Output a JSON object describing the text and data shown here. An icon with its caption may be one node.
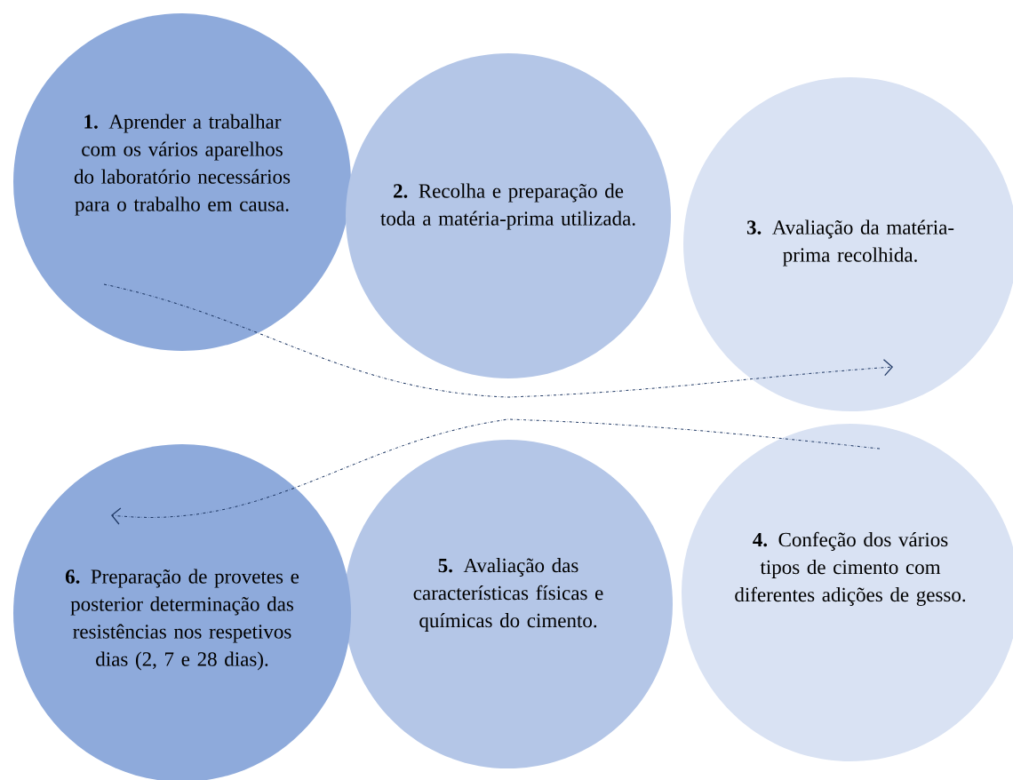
{
  "diagram": {
    "nodes": [
      {
        "text": [
          "**1.** Aprender a trabalhar com os vários aparelhos do laboratório necessários para o trabalho em causa."
        ]
      },
      {
        "text": [
          "**2.** Recolha e preparação de toda a matéria-prima utilizada."
        ]
      },
      {
        "text": [
          "**3.** Avaliação da matéria-prima recolhida."
        ]
      },
      {
        "text": [
          "**4.** Confeção dos vários tipos de cimento com diferentes adições de gesso."
        ]
      },
      {
        "text": [
          "**5.** Avaliação das características físicas e químicas do cimento."
        ]
      },
      {
        "text": [
          "**6.** Preparação de provetes e posterior determinação das resistências nos respetivos dias (2, 7 e 28 dias)."
        ]
      }
    ],
    "edges": [
      {
        "from": 0,
        "to": 2,
        "arrow": "to",
        "style": "dashed"
      },
      {
        "from": 3,
        "to": 5,
        "arrow": "to",
        "style": "dashed"
      }
    ]
  }
}
